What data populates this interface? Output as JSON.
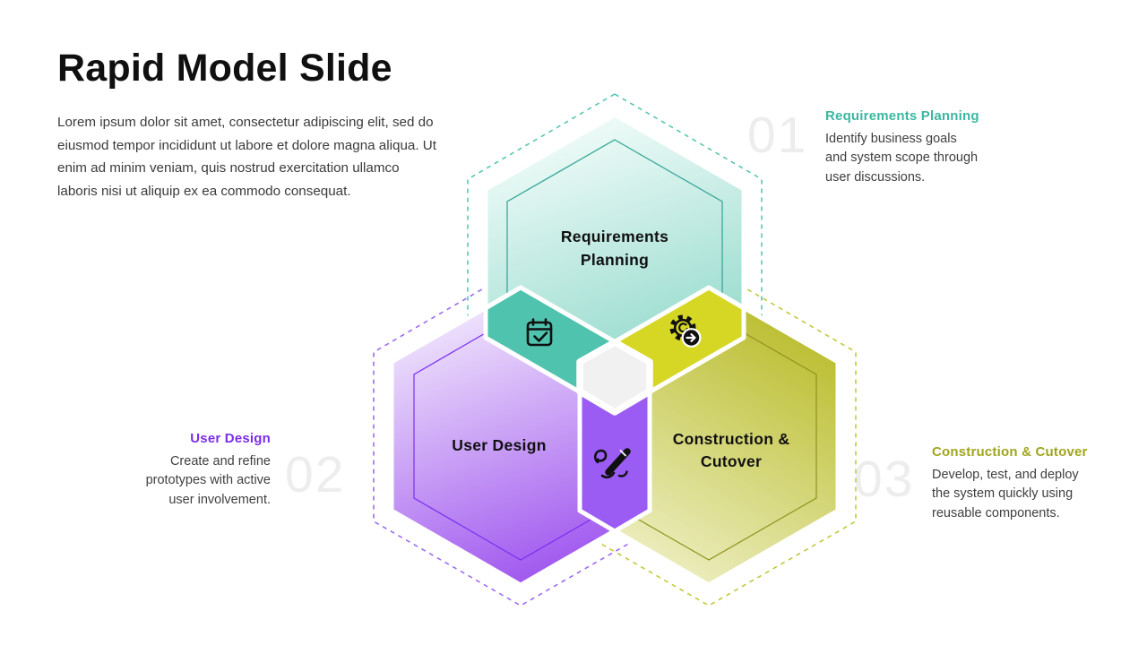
{
  "slide": {
    "title": "Rapid Model Slide",
    "intro_lines": [
      "Lorem ipsum dolor sit amet, consectetur adipiscing elit, sed do",
      "eiusmod tempor incididunt ut labore et dolore magna aliqua. Ut",
      "enim ad minim veniam, quis nostrud exercitation ullamco",
      "laboris nisi ut aliquip ex ea commodo consequat."
    ]
  },
  "colors": {
    "title_text": "#101010",
    "intro_text": "#3b3b3b",
    "callout_body_text": "#404040",
    "watermark_number": "#ededed",
    "teal_accent": "#3bb7a2",
    "purple_accent": "#7a2ee8",
    "olive_accent": "#a0a51d",
    "teal_overlap": "#4fc3ae",
    "yellow_overlap": "#d6d724",
    "purple_overlap": "#9a5cf2",
    "center_hexagon": "#f2f1f2",
    "teal_gradient_light": "#f3fcfa",
    "teal_gradient_dark": "#85d5c5",
    "purple_gradient_light": "#f5eefd",
    "purple_gradient_dark": "#9d52ee",
    "yellow_gradient_dark": "#b7ba25",
    "yellow_gradient_light": "#f0f1ca",
    "teal_dotted": "#56c7b3",
    "purple_dotted": "#9e6bf3",
    "olive_dotted": "#c2c83c",
    "teal_inner_line": "#2da392",
    "purple_inner_line": "#7b2ff0",
    "olive_inner_line": "#8f931d",
    "icon_color": "#101010"
  },
  "diagram": {
    "steps": [
      {
        "number": "01",
        "hexagon_label_line1": "Requirements",
        "hexagon_label_line2": "Planning",
        "icon": "calendar-check"
      },
      {
        "number": "02",
        "hexagon_label_line1": "User Design",
        "hexagon_label_line2": "",
        "icon": "pen-signature"
      },
      {
        "number": "03",
        "hexagon_label_line1": "Construction &",
        "hexagon_label_line2": "Cutover",
        "icon": "gear-arrow"
      }
    ]
  },
  "callouts": [
    {
      "title": "Requirements Planning",
      "lines": [
        "Identify business goals",
        "and system scope through",
        "user discussions."
      ]
    },
    {
      "title": "User Design",
      "lines": [
        "Create and refine",
        "prototypes with active",
        "user involvement."
      ]
    },
    {
      "title": "Construction & Cutover",
      "lines": [
        "Develop, test, and deploy",
        "the system quickly using",
        "reusable components."
      ]
    }
  ]
}
